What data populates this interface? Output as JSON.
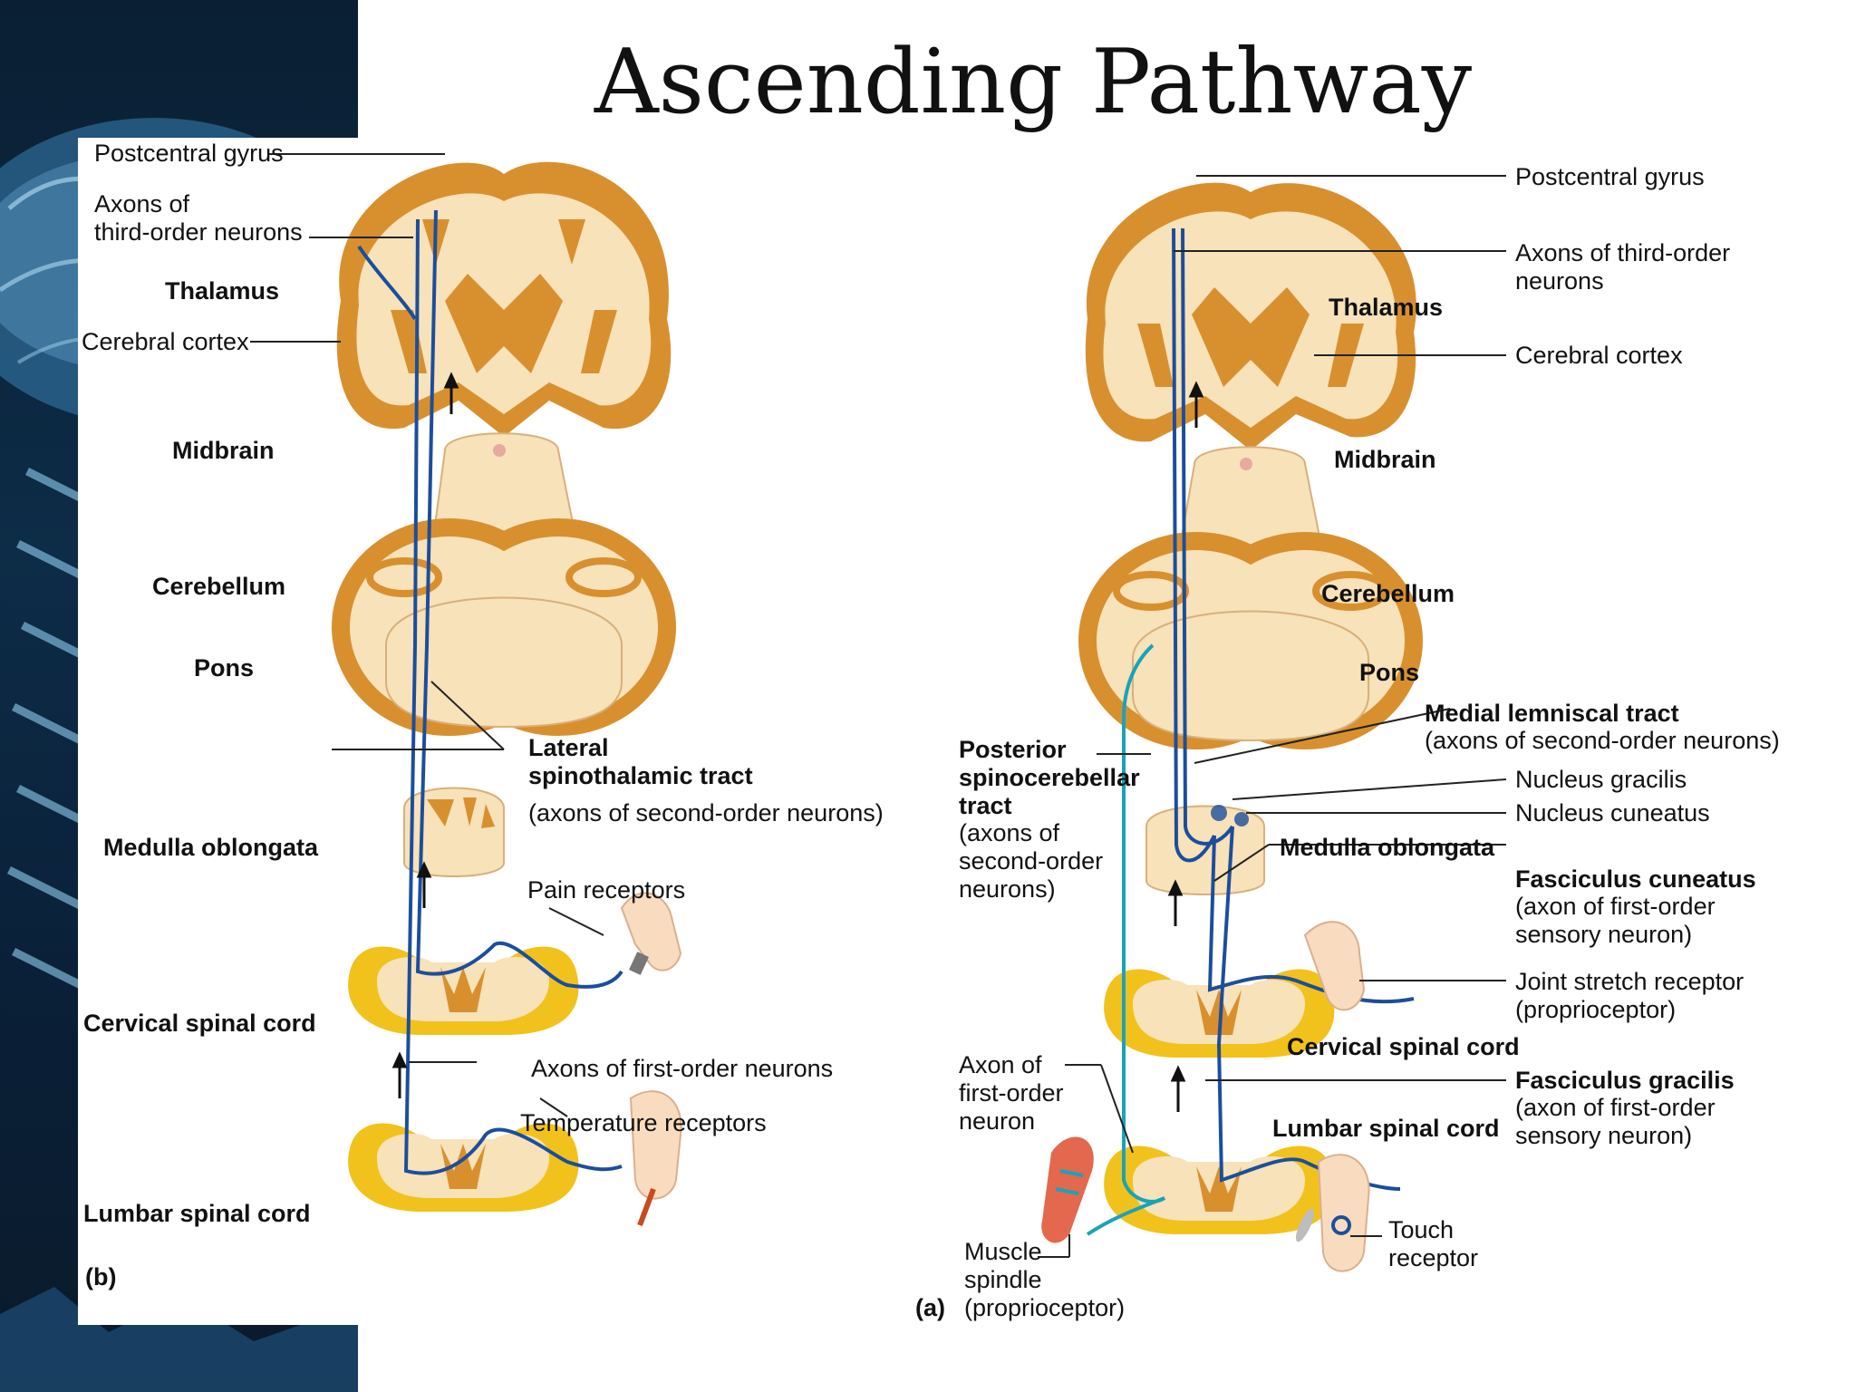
{
  "title": "Ascending Pathway",
  "colors": {
    "tissue": "#f7e2b9",
    "gray_matter": "#d8902f",
    "nerve": "#1c4e9c",
    "teal_nerve": "#1aa3b8",
    "ganglion": "#f2c21c",
    "background_strip": "#0d2c47"
  },
  "panel_b": {
    "letter": "(b)",
    "labels": {
      "postcentral_gyrus": "Postcentral gyrus",
      "axons_third_order": "Axons of\nthird-order neurons",
      "thalamus": "Thalamus",
      "cerebral_cortex": "Cerebral cortex",
      "midbrain": "Midbrain",
      "cerebellum": "Cerebellum",
      "pons": "Pons",
      "lateral_tract_title": "Lateral\nspinothalamic tract",
      "lateral_tract_sub": "(axons of second-order neurons)",
      "medulla": "Medulla oblongata",
      "pain_receptors": "Pain receptors",
      "cervical": "Cervical spinal cord",
      "axons_first_order": "Axons of first-order neurons",
      "temperature_receptors": "Temperature receptors",
      "lumbar": "Lumbar spinal cord"
    }
  },
  "panel_a": {
    "letter": "(a)",
    "labels": {
      "postcentral_gyrus": "Postcentral gyrus",
      "axons_third_order": "Axons of third-order\nneurons",
      "thalamus": "Thalamus",
      "cerebral_cortex": "Cerebral cortex",
      "midbrain": "Midbrain",
      "cerebellum": "Cerebellum",
      "pons": "Pons",
      "medial_lemniscal_title": "Medial lemniscal tract",
      "medial_lemniscal_sub": "(axons of second-order neurons)",
      "posterior_spino_title": "Posterior\nspinocerebellar\ntract",
      "posterior_spino_sub": "(axons of\nsecond-order\nneurons)",
      "nucleus_gracilis": "Nucleus gracilis",
      "nucleus_cuneatus": "Nucleus cuneatus",
      "medulla": "Medulla oblongata",
      "fasciculus_cuneatus_title": "Fasciculus cuneatus",
      "fasciculus_cuneatus_sub": "(axon of first-order\nsensory neuron)",
      "joint_stretch": "Joint stretch receptor\n(proprioceptor)",
      "cervical": "Cervical spinal cord",
      "axon_first_order": "Axon of\nfirst-order\nneuron",
      "fasciculus_gracilis_title": "Fasciculus gracilis",
      "fasciculus_gracilis_sub": "(axon of first-order\nsensory neuron)",
      "lumbar": "Lumbar spinal cord",
      "touch_receptor": "Touch\nreceptor",
      "muscle_spindle": "Muscle\nspindle",
      "proprioceptor": "(proprioceptor)"
    }
  }
}
